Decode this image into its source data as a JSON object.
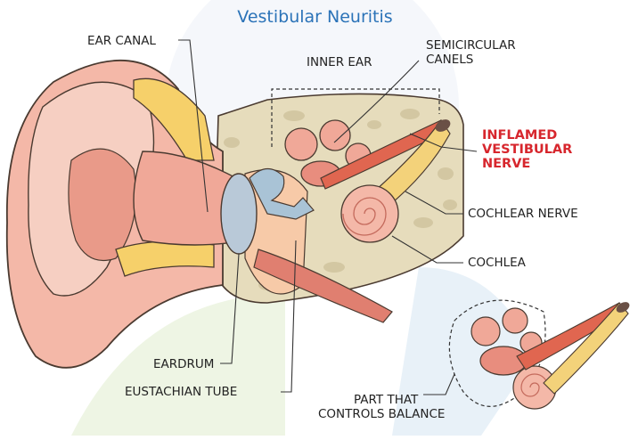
{
  "title": "Vestibular Neuritis",
  "labels": {
    "ear_canal": "EAR CANAL",
    "inner_ear": "INNER EAR",
    "semicircular_1": "SEMICIRCULAR",
    "semicircular_2": "CANELS",
    "inflamed_1": "INFLAMED",
    "inflamed_2": "VESTIBULAR",
    "inflamed_3": "NERVE",
    "cochlear_nerve": "COCHLEAR NERVE",
    "cochlea": "COCHLEA",
    "eardrum": "EARDRUM",
    "eustachian_tube": "EUSTACHIAN TUBE",
    "balance_1": "PART THAT",
    "balance_2": "CONTROLS BALANCE"
  },
  "colors": {
    "title": "#2b73b8",
    "inflamed_label": "#d7262d",
    "skin": "#f4b8a8",
    "skin_dark": "#e07f70",
    "cartilage": "#f6d06a",
    "bone": "#e6dcbc",
    "nerve": "#f3d27a"
  }
}
